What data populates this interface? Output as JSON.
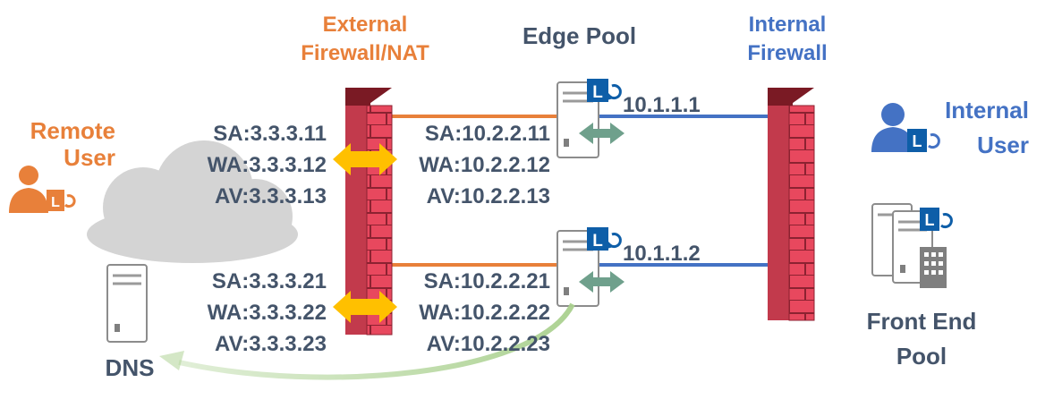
{
  "labels": {
    "remote_user": [
      "Remote",
      "User"
    ],
    "external_firewall": [
      "External",
      "Firewall/NAT"
    ],
    "edge_pool": "Edge Pool",
    "internal_firewall": [
      "Internal",
      "Firewall"
    ],
    "internal_user": [
      "Internal",
      "User"
    ],
    "front_end_pool": [
      "Front End",
      "Pool"
    ],
    "dns": "DNS"
  },
  "edge_servers": [
    {
      "internal_ip": "10.1.1.1",
      "external_addresses": [
        "SA:3.3.3.11",
        "WA:3.3.3.12",
        "AV:3.3.3.13"
      ],
      "edge_addresses": [
        "SA:10.2.2.11",
        "WA:10.2.2.12",
        "AV:10.2.2.13"
      ]
    },
    {
      "internal_ip": "10.1.1.2",
      "external_addresses": [
        "SA:3.3.3.21",
        "WA:3.3.3.22",
        "AV:3.3.3.23"
      ],
      "edge_addresses": [
        "SA:10.2.2.21",
        "WA:10.2.2.22",
        "AV:10.2.2.23"
      ]
    }
  ],
  "icons": {
    "lync_badge": "L",
    "server": "server-icon",
    "user": "user-icon",
    "cloud": "cloud-icon",
    "firewall": "firewall-icon",
    "building": "building-icon"
  },
  "colors": {
    "orange": "#e8803a",
    "blue": "#4472c4",
    "slate": "#44546a",
    "firewall_red": "#e8485e",
    "firewall_dark": "#7a1a24",
    "arrow_yellow": "#ffc000",
    "arrow_teal": "#6fa08c",
    "lync_blue": "#0e5ea8",
    "cloud_gray": "#d4d4d4",
    "dns_arrow_green": "#a9d08e"
  }
}
